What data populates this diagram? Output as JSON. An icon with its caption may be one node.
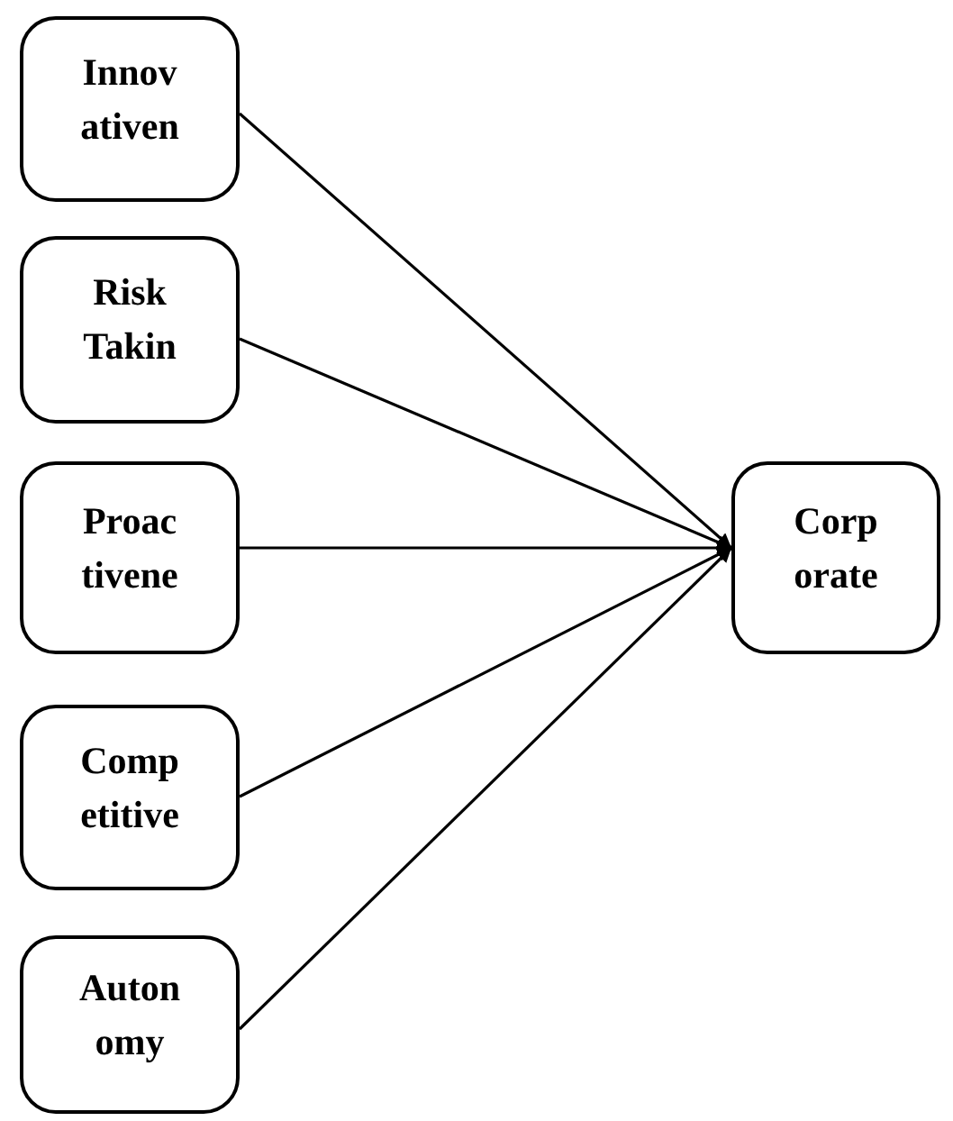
{
  "diagram": {
    "nodes": [
      {
        "text": [
          "Innov ativen"
        ]
      },
      {
        "text": [
          "Risk Takin"
        ]
      },
      {
        "text": [
          "Proac tivene"
        ]
      },
      {
        "text": [
          "Comp etitive"
        ]
      },
      {
        "text": [
          "Auton omy"
        ]
      },
      {
        "text": [
          "Corp orate"
        ]
      }
    ],
    "edges": [
      {
        "from": 0,
        "to": 5,
        "arrow": "to"
      },
      {
        "from": 1,
        "to": 5,
        "arrow": "to"
      },
      {
        "from": 2,
        "to": 5,
        "arrow": "to"
      },
      {
        "from": 3,
        "to": 5,
        "arrow": "to"
      },
      {
        "from": 4,
        "to": 5,
        "arrow": "to"
      }
    ]
  }
}
